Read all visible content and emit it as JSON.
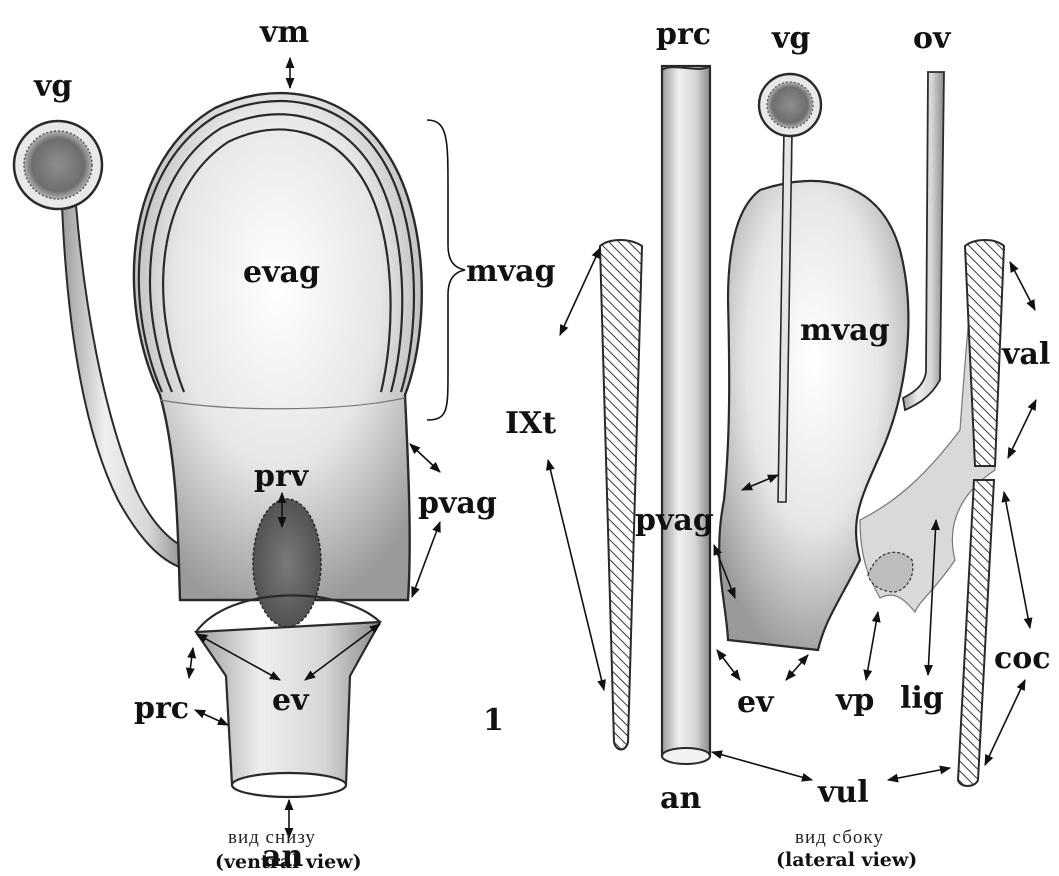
{
  "figure_number": "1",
  "left_panel": {
    "caption_ru": "вид снизу",
    "caption_en": "(ventral view)",
    "labels": {
      "vm": "vm",
      "vg": "vg",
      "evag": "evag",
      "mvag": "mvag",
      "prv": "prv",
      "pvag": "pvag",
      "ev": "ev",
      "prc": "prc",
      "an": "an"
    }
  },
  "right_panel": {
    "caption_ru": "вид сбоку",
    "caption_en": "(lateral view)",
    "labels": {
      "prc": "prc",
      "vg": "vg",
      "ov": "ov",
      "ixt": "IXt",
      "mvag": "mvag",
      "val": "val",
      "pvag": "pvag",
      "lig": "lig",
      "coc": "coc",
      "ev": "ev",
      "vp": "vp",
      "an": "an",
      "vul": "vul"
    }
  }
}
